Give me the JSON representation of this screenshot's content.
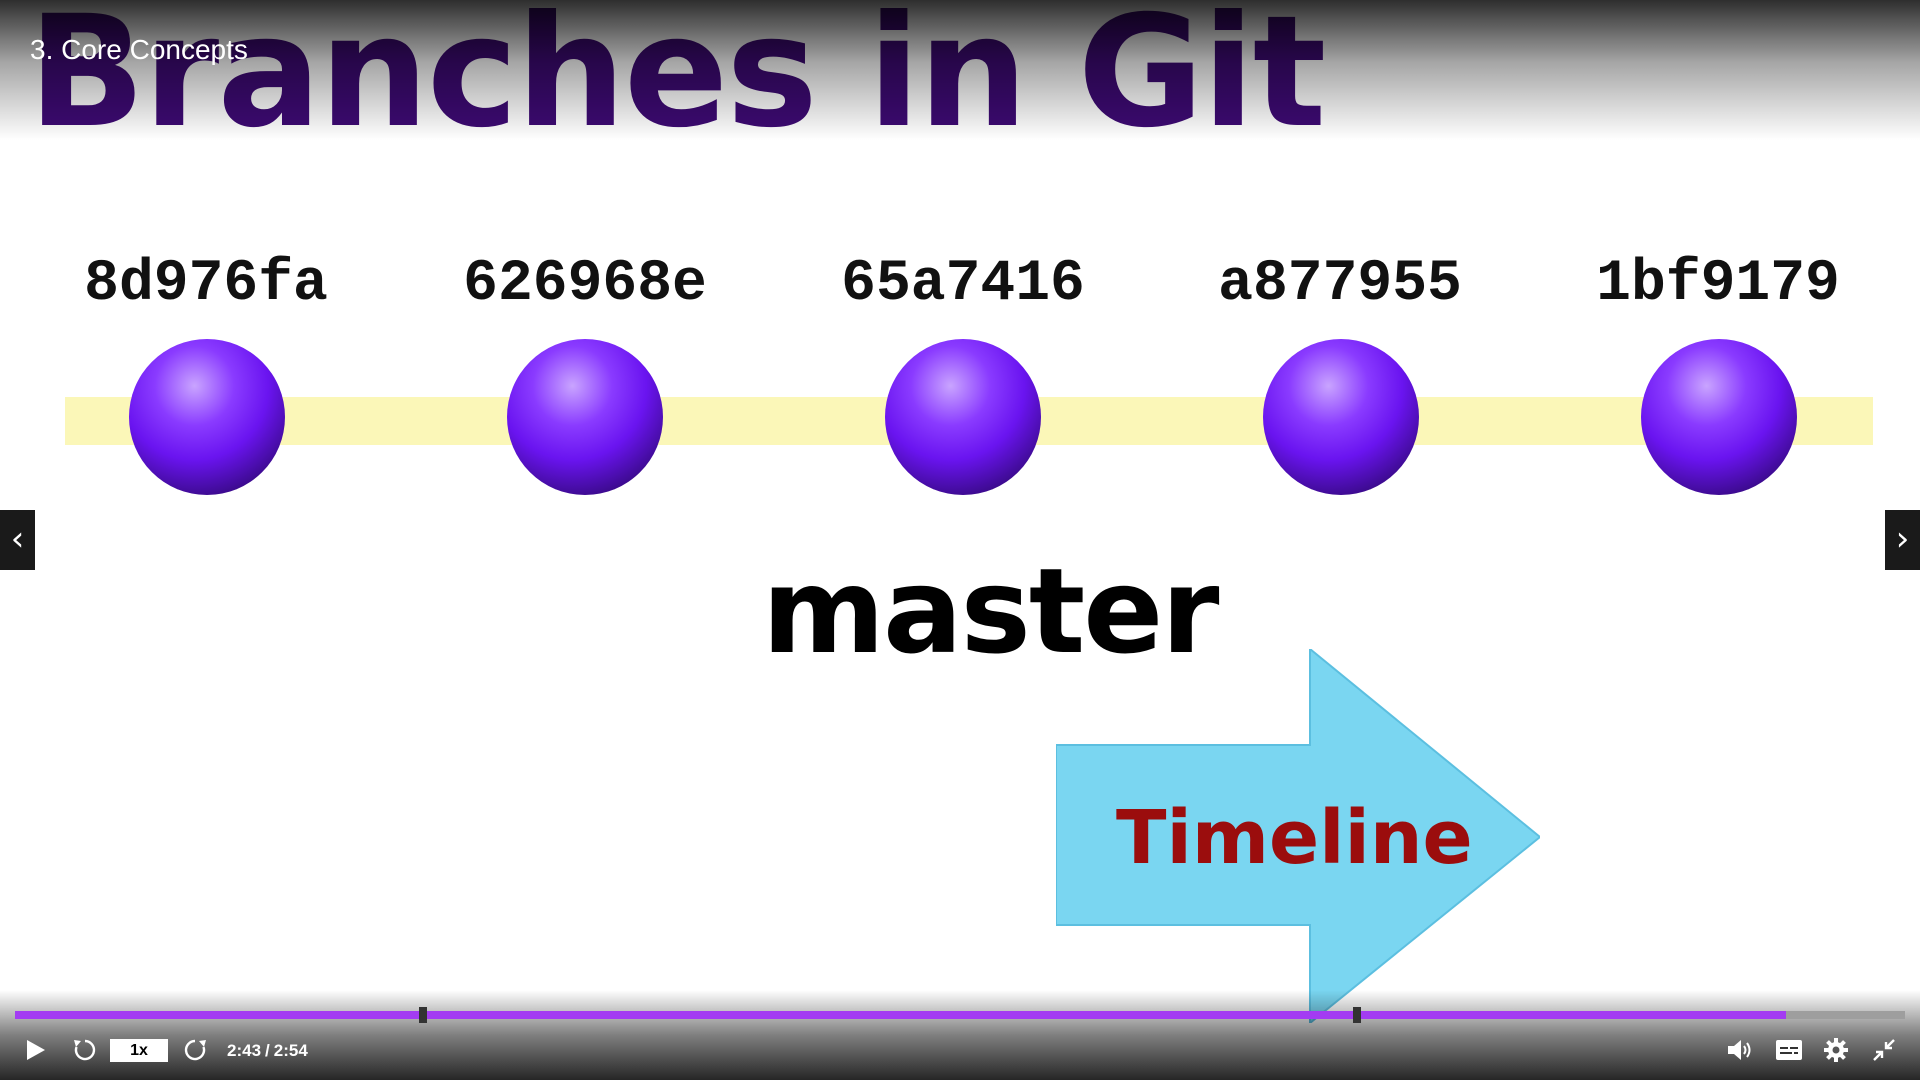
{
  "player": {
    "video_title": "3. Core Concepts",
    "current_time": "2:43",
    "duration": "2:54",
    "time_separator": "/",
    "speed_label": "1x",
    "progress_fraction": 0.9368,
    "chapter_markers": [
      0.2157,
      0.7102
    ],
    "colors": {
      "progress_played": "#a33cf2",
      "progress_remaining": "#9e9e9e"
    },
    "icons": [
      "play-icon",
      "rewind-icon",
      "fast-forward-icon",
      "volume-icon",
      "captions-icon",
      "settings-icon",
      "exit-fullscreen-icon",
      "previous-arrow-icon",
      "next-arrow-icon"
    ]
  },
  "slide": {
    "title": "Branches in Git",
    "commits": [
      "8d976fa",
      "626968e",
      "65a7416",
      "a877955",
      "1bf9179"
    ],
    "branch_label": "master",
    "arrow_label": "Timeline",
    "colors": {
      "title": "#3d0a73",
      "commit_ball": "#6a14f0",
      "timeline_bar": "#fbf7b8",
      "arrow_fill": "#7ad6f1",
      "arrow_text": "#9b0d0d"
    }
  }
}
